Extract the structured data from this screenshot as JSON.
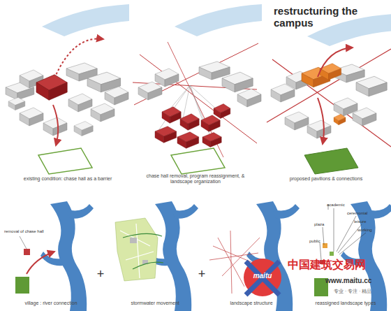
{
  "diagram": {
    "title": "restructuring the campus",
    "labels": [
      "existing condition: chase hall as a barrier",
      "chase hall removal, program reassignment, & landscape organization",
      "proposed pavilions & connections",
      "removal of chase hall",
      "village : river connection",
      "+",
      "stormwater movement",
      "+",
      "landscape structure",
      "academic",
      "ceremonial",
      "leisure",
      "working",
      "plaza",
      "public",
      "reassigned landscape types",
      "maitu",
      "中国建筑交易网",
      "www.maitu.cc",
      "专业 · 专注 · 精品"
    ]
  }
}
